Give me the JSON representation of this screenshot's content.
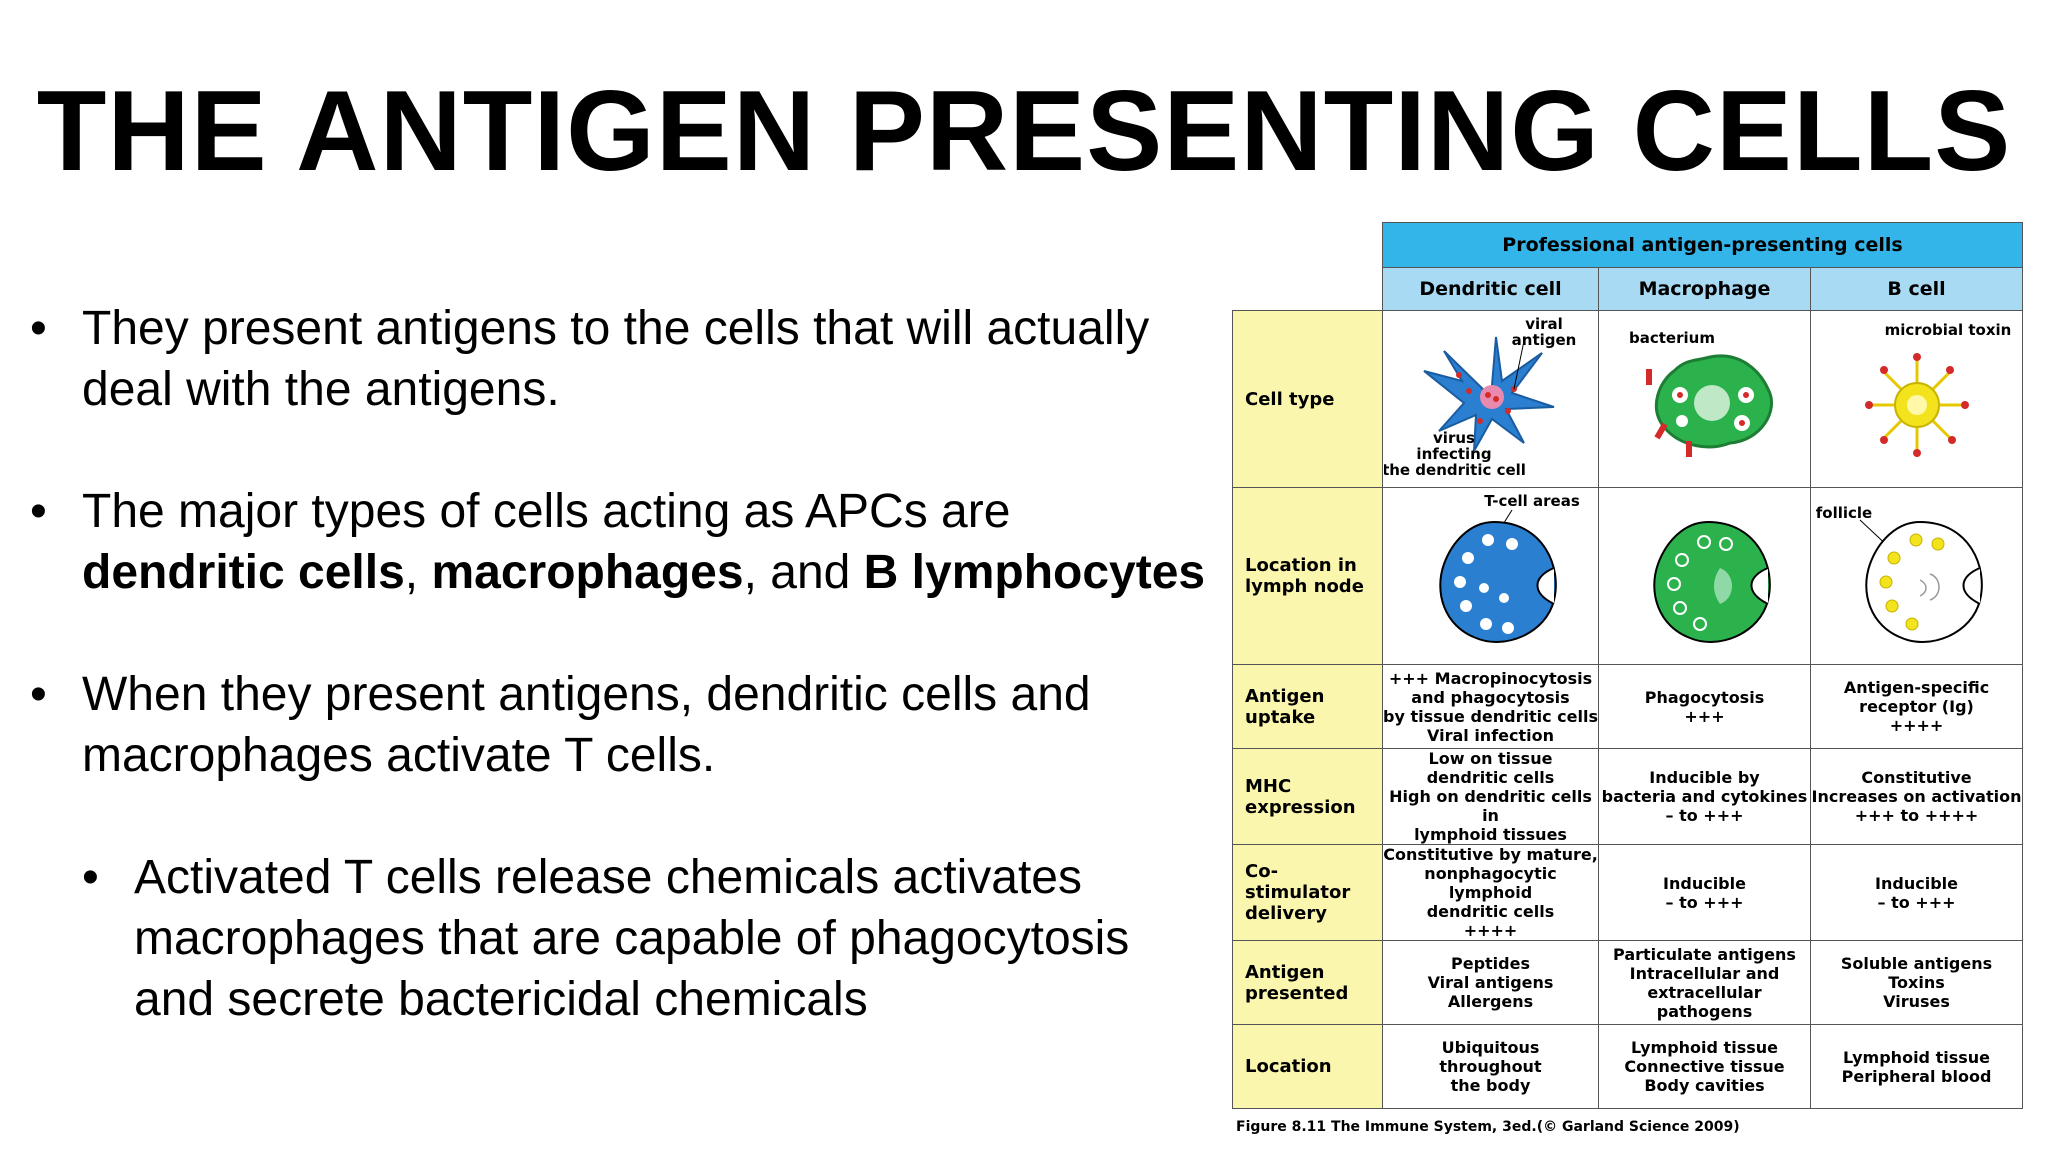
{
  "slide": {
    "title": "THE ANTIGEN PRESENTING CELLS",
    "bullet_glyph": "•"
  },
  "bullets": {
    "b1": "They present antigens to the cells that will actually deal with the antigens.",
    "b2_pre": "The major types of cells acting as APCs are ",
    "b2_bold1": "dendritic cells",
    "b2_sep1": ", ",
    "b2_bold2": "macrophages",
    "b2_sep2": ", and ",
    "b2_bold3": "B lymphocytes",
    "b3": "When they present antigens, dendritic cells and macrophages activate T cells.",
    "b4": "Activated T cells release chemicals activates macrophages that are capable of phagocytosis and secrete bactericidal chemicals"
  },
  "table": {
    "header": "Professional antigen-presenting cells",
    "columns": [
      "Dendritic cell",
      "Macrophage",
      "B cell"
    ],
    "cell_type_label": "Cell type",
    "location_in_lymph_node_label": "Location in lymph node",
    "diagram_labels": {
      "viral_antigen": [
        "viral",
        "antigen"
      ],
      "virus_infecting": [
        "virus",
        "infecting",
        "the dendritic cell"
      ],
      "bacterium": "bacterium",
      "microbial_toxin": "microbial toxin",
      "t_cell_areas": "T-cell areas",
      "follicle": "follicle"
    },
    "rows": [
      {
        "label": "Antigen uptake",
        "cells": [
          [
            "+++ Macropinocytosis",
            "and phagocytosis",
            "by tissue dendritic cells",
            "Viral infection"
          ],
          [
            "Phagocytosis",
            "+++"
          ],
          [
            "Antigen-specific",
            "receptor (Ig)",
            "++++"
          ]
        ]
      },
      {
        "label": "MHC expression",
        "cells": [
          [
            "Low on tissue",
            "dendritic cells",
            "High on dendritic cells in",
            "lymphoid tissues"
          ],
          [
            "Inducible by",
            "bacteria and cytokines",
            "– to +++"
          ],
          [
            "Constitutive",
            "Increases on activation",
            "+++ to ++++"
          ]
        ]
      },
      {
        "label": "Co-stimulator delivery",
        "cells": [
          [
            "Constitutive by mature,",
            "nonphagocytic lymphoid",
            "dendritic cells",
            "++++"
          ],
          [
            "Inducible",
            "– to +++"
          ],
          [
            "Inducible",
            "– to +++"
          ]
        ]
      },
      {
        "label": "Antigen presented",
        "cells": [
          [
            "Peptides",
            "Viral antigens",
            "Allergens"
          ],
          [
            "Particulate antigens",
            "Intracellular and",
            "extracellular pathogens"
          ],
          [
            "Soluble antigens",
            "Toxins",
            "Viruses"
          ]
        ]
      },
      {
        "label": "Location",
        "cells": [
          [
            "Ubiquitous",
            "throughout",
            "the body"
          ],
          [
            "Lymphoid tissue",
            "Connective tissue",
            "Body cavities"
          ],
          [
            "Lymphoid tissue",
            "Peripheral blood"
          ]
        ]
      }
    ],
    "caption": "Figure 8.11 The Immune System, 3ed.(© Garland Science 2009)",
    "colors": {
      "header_blue": "#33b5ea",
      "subheader_blue": "#a9daf3",
      "rowhead_yellow": "#fbf6ae",
      "dendritic_blue": "#2a7fd0",
      "macrophage_green": "#2bb24c",
      "bcell_yellow": "#f2e31c",
      "antigen_red": "#d42a2a"
    }
  }
}
